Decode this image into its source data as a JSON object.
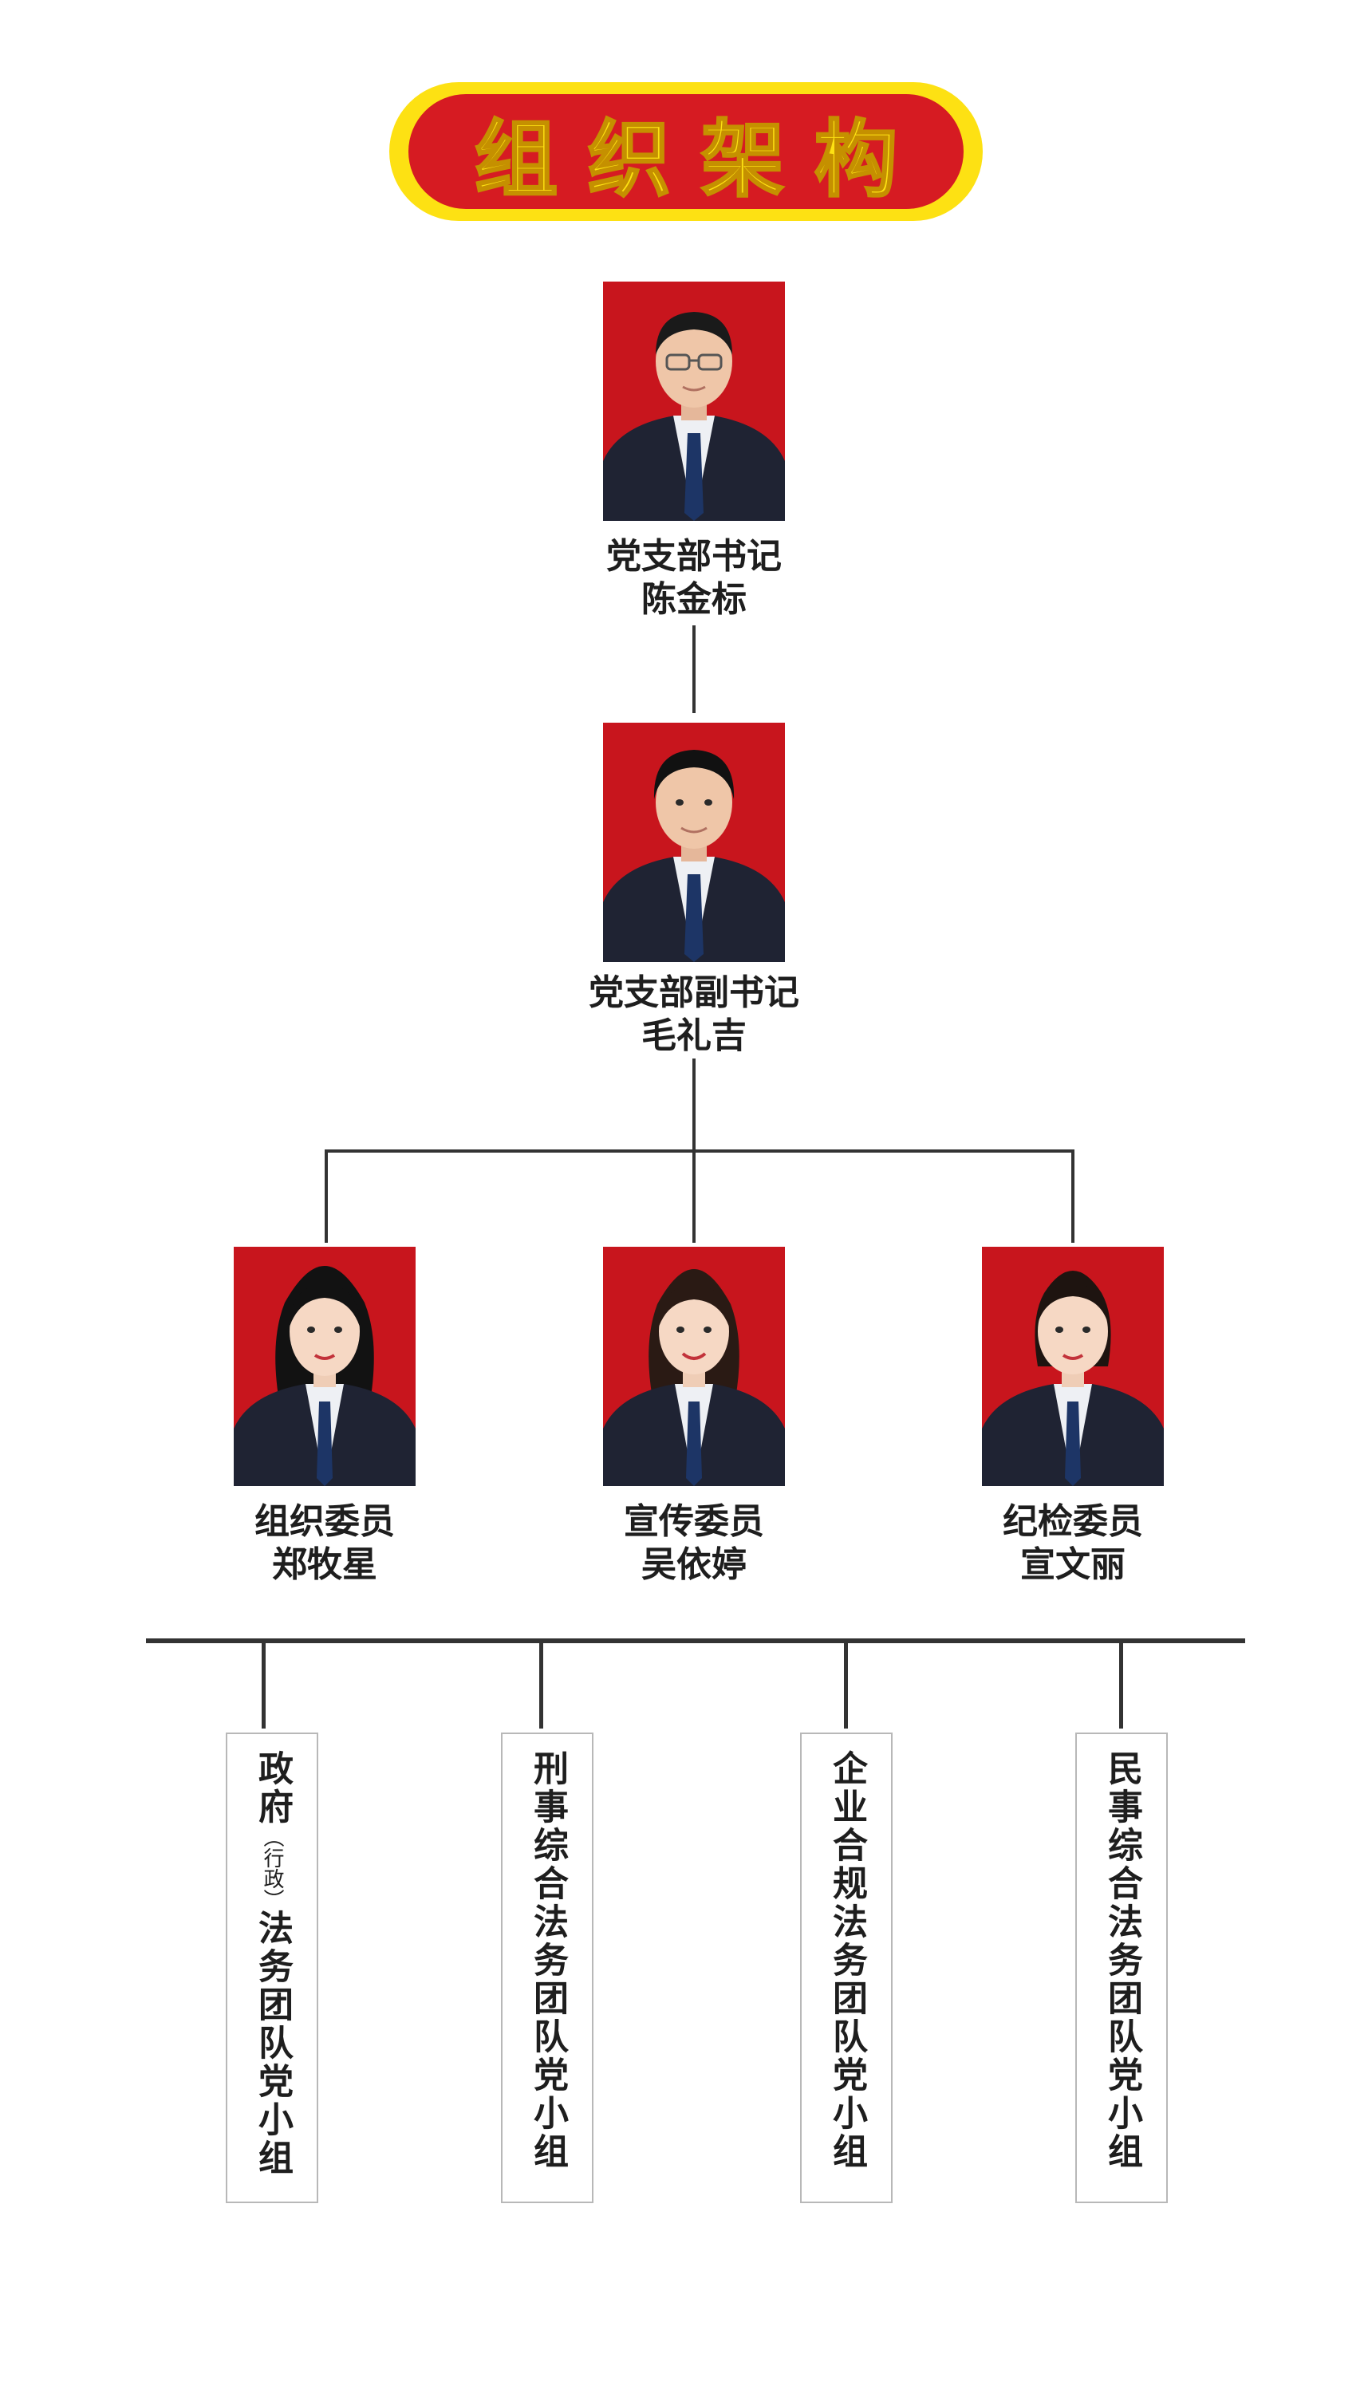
{
  "title": "组织架构",
  "colors": {
    "banner_outer": "#fde113",
    "banner_inner": "#d61b22",
    "photo_background": "#c8151d",
    "lines": "#333333"
  },
  "people": {
    "secretary": {
      "role": "党支部书记",
      "name": "陈金标",
      "gender": "male",
      "glasses": true
    },
    "deputy": {
      "role": "党支部副书记",
      "name": "毛礼吉",
      "gender": "male",
      "glasses": false
    },
    "org": {
      "role": "组织委员",
      "name": "郑牧星",
      "gender": "female"
    },
    "publicity": {
      "role": "宣传委员",
      "name": "吴依婷",
      "gender": "female"
    },
    "discipline": {
      "role": "纪检委员",
      "name": "宣文丽",
      "gender": "female"
    }
  },
  "groups": [
    {
      "prefix": "政府",
      "paren": "（行政）",
      "suffix": "法务团队党小组"
    },
    {
      "label": "刑事综合法务团队党小组"
    },
    {
      "label": "企业合规法务团队党小组"
    },
    {
      "label": "民事综合法务团队党小组"
    }
  ]
}
